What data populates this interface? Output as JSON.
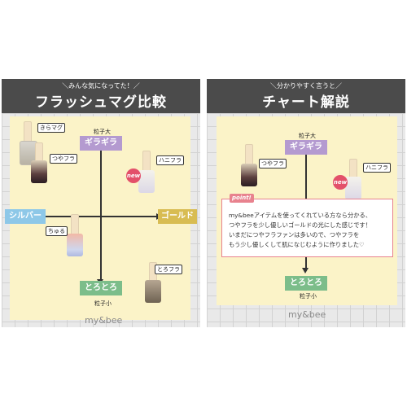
{
  "left": {
    "subtitle": "＼みんな気になってた！／",
    "title": "フラッシュマグ比較",
    "axis_top": "ギラギラ",
    "axis_bottom": "とろとろ",
    "axis_left": "シルバー",
    "axis_right": "ゴールド",
    "top_note": "粒子大",
    "bottom_note": "粒子小",
    "products": [
      "きらマグ",
      "つやフラ",
      "ハニフラ",
      "ちゅる",
      "とろフラ"
    ],
    "new_badge": "new",
    "brand": "my&bee"
  },
  "right": {
    "subtitle": "＼分かりやすく言うと／",
    "title": "チャート解説",
    "axis_top": "ギラギラ",
    "axis_bottom": "とろとろ",
    "top_note": "粒子大",
    "bottom_note": "粒子小",
    "products": [
      "つやフラ",
      "ハニフラ"
    ],
    "new_badge": "new",
    "point_tag": "point!",
    "point_lines": [
      "my&beeアイテムを使ってくれている方なら分かる、",
      "つやフラを少し優しいゴールドの光にした感じです！",
      "いまだにつやフラファンは多いので、つやフラを",
      "もう少し優しくして肌になじむように作りました♡"
    ],
    "brand": "my&bee"
  },
  "colors": {
    "header": "#4b4b4b",
    "board": "#fbf3c8",
    "gira": "#b49ad0",
    "toro": "#7cbd8a",
    "silver": "#8ec8e8",
    "gold": "#d8bc52",
    "point": "#e8828e"
  }
}
